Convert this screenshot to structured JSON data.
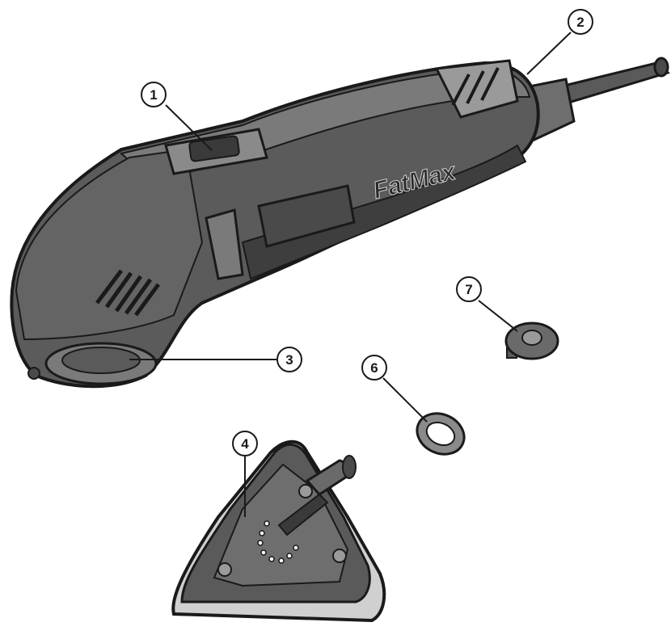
{
  "brand_logo": "FatMax",
  "callouts": [
    {
      "id": "1",
      "label": "1"
    },
    {
      "id": "2",
      "label": "2"
    },
    {
      "id": "3",
      "label": "3"
    },
    {
      "id": "4",
      "label": "4"
    },
    {
      "id": "6",
      "label": "6"
    },
    {
      "id": "7",
      "label": "7"
    }
  ],
  "colors": {
    "body_dark": "#4a4a4a",
    "body_mid": "#6b6b6b",
    "body_light": "#8c8c8c",
    "outline": "#1a1a1a",
    "callout_line": "#1a1a1a",
    "sanding_base": "#d0d0d0"
  }
}
